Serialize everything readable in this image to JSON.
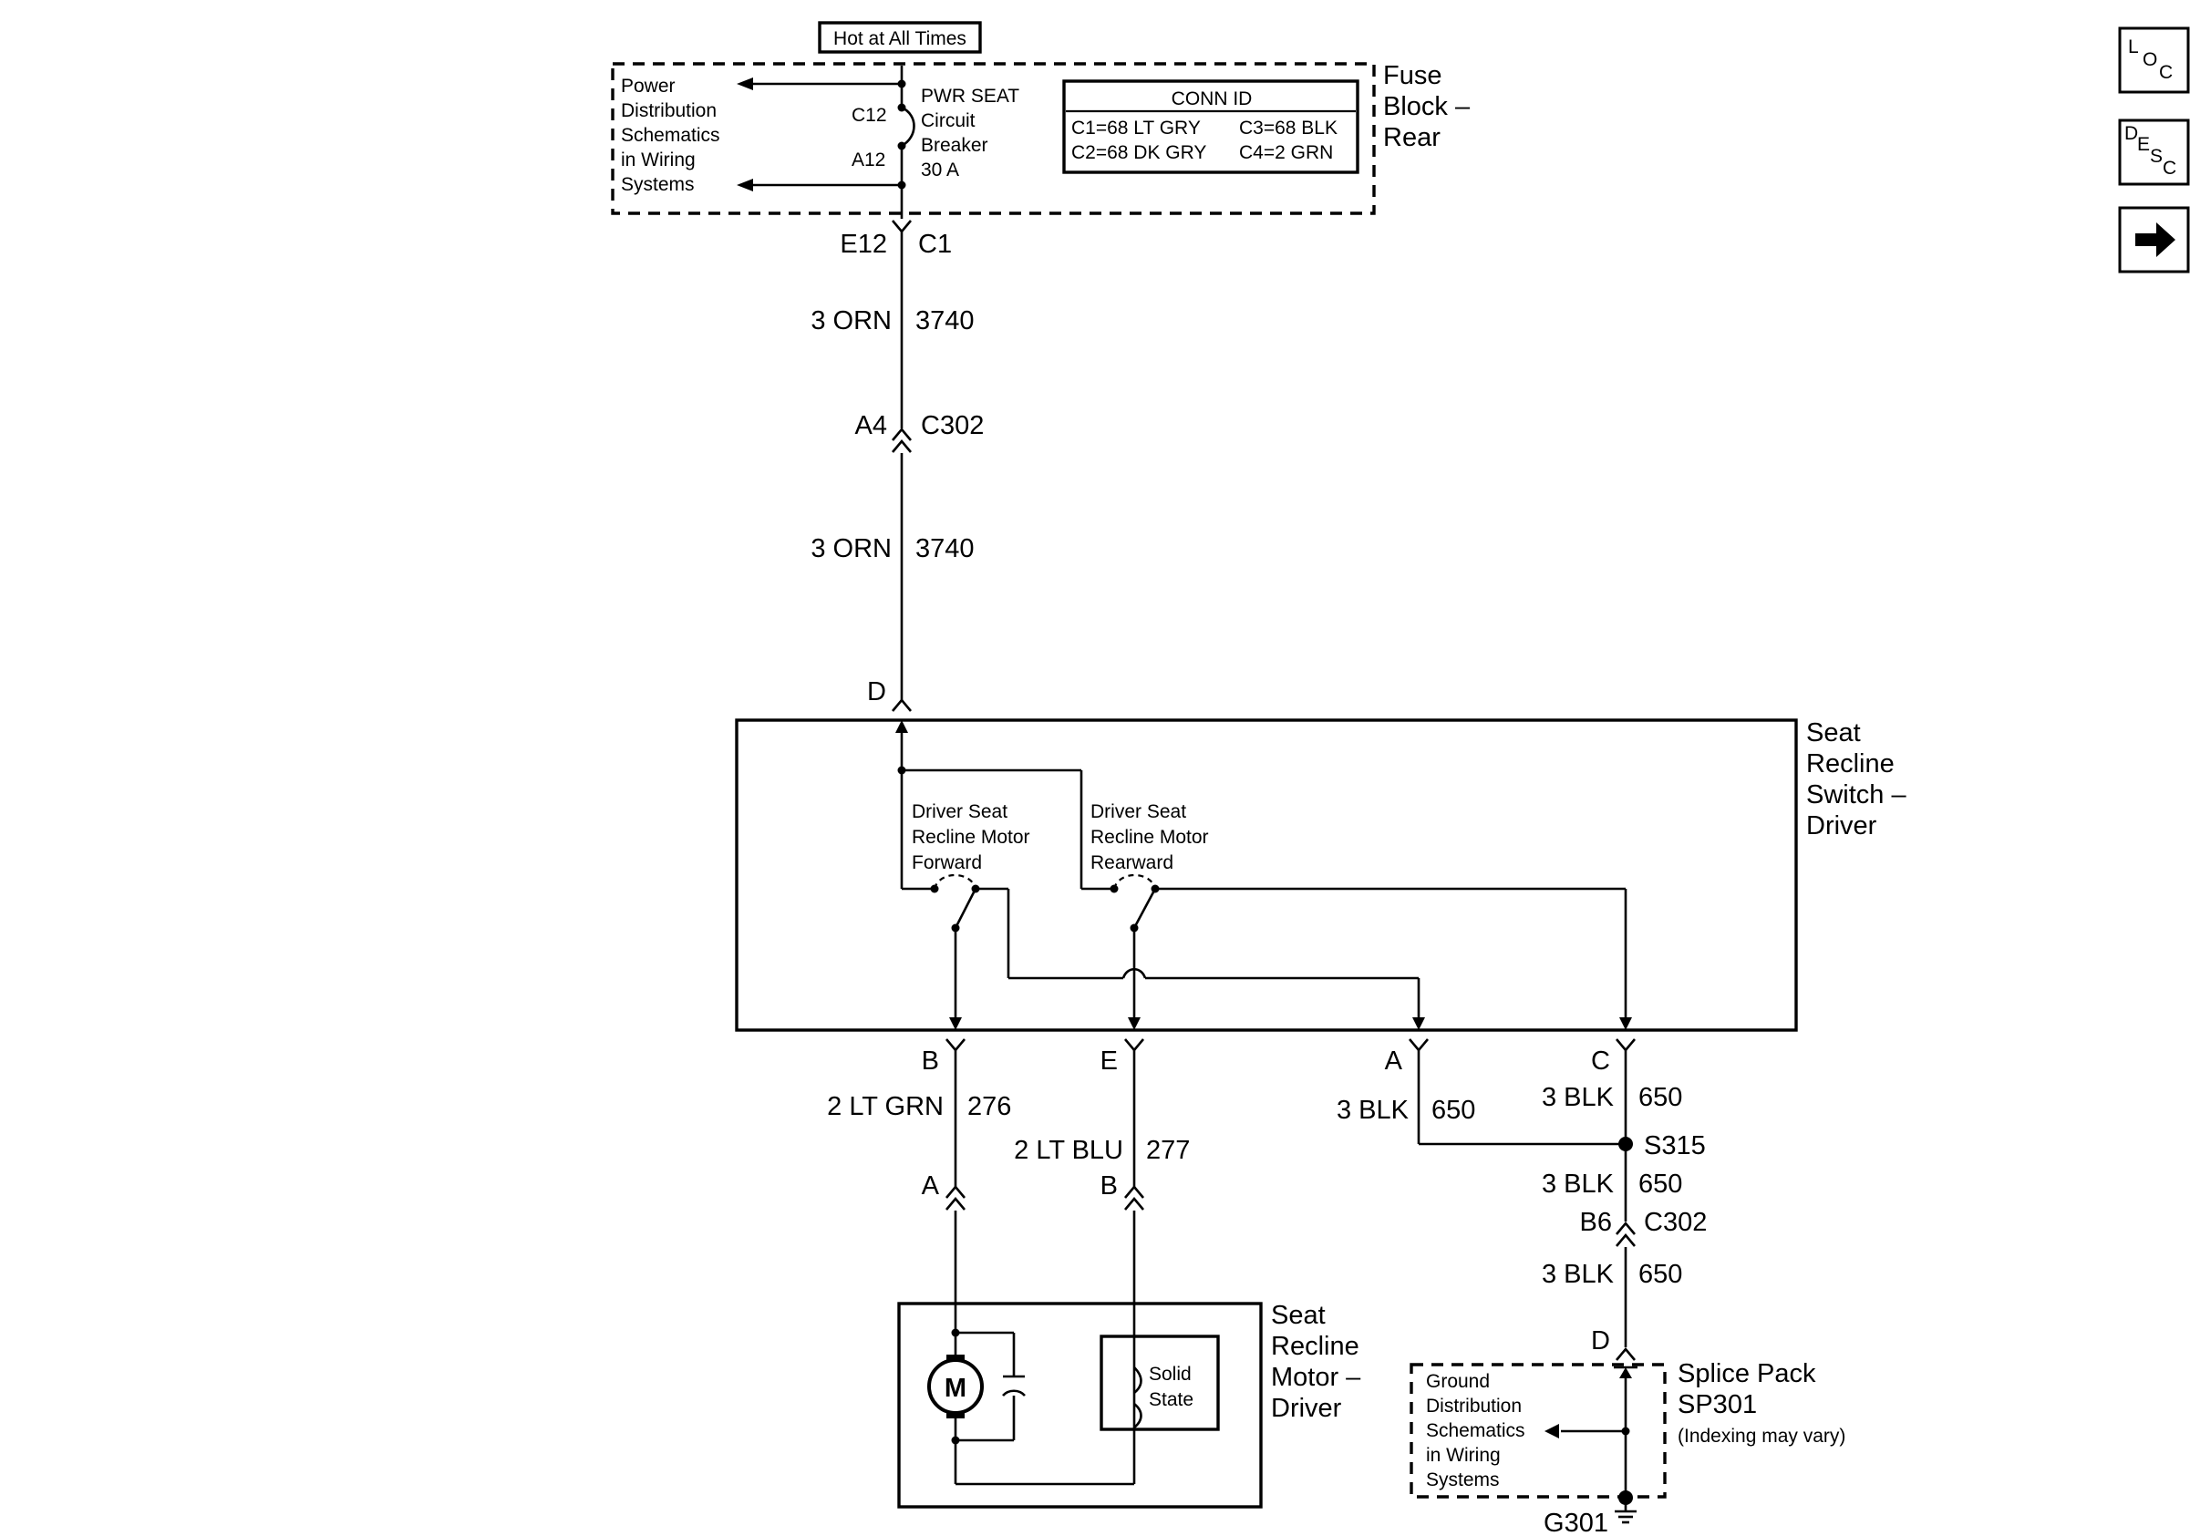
{
  "hot_label": "Hot at All Times",
  "fuse_block": {
    "title_lines": [
      "Fuse",
      "Block –",
      "Rear"
    ],
    "power_dist_lines": [
      "Power",
      "Distribution",
      "Schematics",
      "in Wiring",
      "Systems"
    ],
    "pin_upper": "C12",
    "pin_lower": "A12",
    "breaker_lines": [
      "PWR SEAT",
      "Circuit",
      "Breaker",
      "30 A"
    ],
    "conn_id": {
      "title": "CONN ID",
      "c1": "C1=68 LT GRY",
      "c2": "C2=68 DK GRY",
      "c3": "C3=68 BLK",
      "c4": "C4=2 GRN"
    }
  },
  "feed": {
    "term_pin": "E12",
    "term_conn": "C1",
    "wire1_gauge": "3 ORN",
    "wire1_circuit": "3740",
    "inline_pin": "A4",
    "inline_conn": "C302",
    "wire2_gauge": "3 ORN",
    "wire2_circuit": "3740",
    "switch_pin": "D"
  },
  "switch": {
    "title_lines": [
      "Seat",
      "Recline",
      "Switch –",
      "Driver"
    ],
    "forward_lines": [
      "Driver Seat",
      "Recline Motor",
      "Forward"
    ],
    "rearward_lines": [
      "Driver Seat",
      "Recline Motor",
      "Rearward"
    ],
    "pin_b": "B",
    "pin_e": "E",
    "pin_a": "A",
    "pin_c": "C"
  },
  "motor_wires": {
    "grn_gauge": "2 LT GRN",
    "grn_circuit": "276",
    "blu_gauge": "2 LT BLU",
    "blu_circuit": "277",
    "motor_pin_a": "A",
    "motor_pin_b": "B"
  },
  "motor": {
    "title_lines": [
      "Seat",
      "Recline",
      "Motor –",
      "Driver"
    ],
    "symbol": "M",
    "solid_state_lines": [
      "Solid",
      "State"
    ]
  },
  "ground": {
    "a_gauge": "3 BLK",
    "a_circuit": "650",
    "c_gauge": "3 BLK",
    "c_circuit": "650",
    "splice": "S315",
    "mid_gauge": "3 BLK",
    "mid_circuit": "650",
    "inline_pin": "B6",
    "inline_conn": "C302",
    "low_gauge": "3 BLK",
    "low_circuit": "650",
    "pack_pin": "D",
    "pack_title_lines": [
      "Splice Pack",
      "SP301"
    ],
    "pack_note": "(Indexing may vary)",
    "ground_dist_lines": [
      "Ground",
      "Distribution",
      "Schematics",
      "in Wiring",
      "Systems"
    ],
    "ground_id": "G301"
  },
  "nav": {
    "loc": [
      "L",
      "O",
      "C"
    ],
    "desc": [
      "D",
      "E",
      "S",
      "C"
    ],
    "next_icon": "arrow-right"
  }
}
